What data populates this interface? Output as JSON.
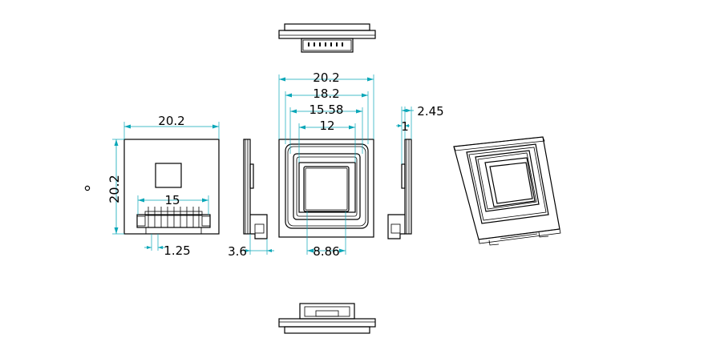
{
  "dimensions": {
    "front_width": "20.2",
    "front_height": "20.2",
    "connector_width": "15",
    "pin_pitch": "1.25",
    "side_depth": "3.6",
    "top_outer": "20.2",
    "top_inner1": "18.2",
    "top_inner2": "15.58",
    "top_window": "12",
    "top_aperture": "8.86",
    "right_depth": "2.45",
    "right_thin": "1"
  },
  "colors": {
    "outline": "#000000",
    "dimension": "#0aa7b8",
    "background": "#ffffff"
  }
}
